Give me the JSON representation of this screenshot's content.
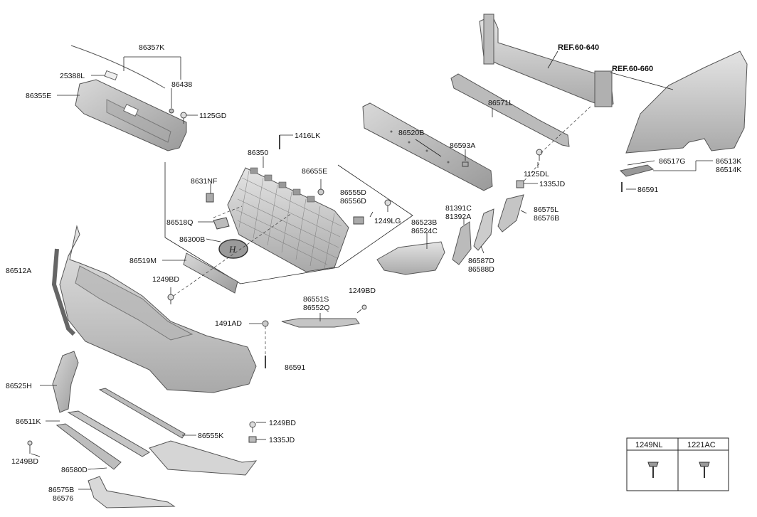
{
  "labels": {
    "p86357K": "86357K",
    "p25388L": "25388L",
    "p86438": "86438",
    "p86355E": "86355E",
    "p1125GD": "1125GD",
    "p1416LK": "1416LK",
    "p86350": "86350",
    "p86655E": "86655E",
    "p8631NF": "8631NF",
    "p86555D": "86555D",
    "p86556D": "86556D",
    "p1249LG": "1249LG",
    "p86518Q": "86518Q",
    "p86300B": "86300B",
    "p86519M": "86519M",
    "p1249BD_a": "1249BD",
    "p86512A": "86512A",
    "p1249BD_b": "1249BD",
    "p86551S": "86551S",
    "p86552Q": "86552Q",
    "p1491AD": "1491AD",
    "p86591_a": "86591",
    "p86525H": "86525H",
    "p86511K": "86511K",
    "p86555K": "86555K",
    "p1249BD_c": "1249BD",
    "p1335JD_a": "1335JD",
    "p1249BD_d": "1249BD",
    "p86580D": "86580D",
    "p86575B": "86575B",
    "p86576": "86576",
    "pREF60640": "REF.60-640",
    "p86571L": "86571L",
    "p86520B": "86520B",
    "p86593A": "86593A",
    "p1125DL": "1125DL",
    "p1335JD_b": "1335JD",
    "p86523B": "86523B",
    "p86524C": "86524C",
    "p81391C": "81391C",
    "p81392A": "81392A",
    "p86587D": "86587D",
    "p86588D": "86588D",
    "p86575L": "86575L",
    "p86576B": "86576B",
    "pREF60660": "REF.60-660",
    "p86517G": "86517G",
    "p86513K": "86513K",
    "p86514K": "86514K",
    "p86591_b": "86591"
  },
  "legend_table": {
    "headers": [
      "1249NL",
      "1221AC"
    ],
    "icons": [
      "screw-icon",
      "bolt-icon"
    ]
  },
  "colors": {
    "part_fill": "#c9c9c9",
    "part_dark": "#8e8e8e",
    "line": "#222222"
  }
}
